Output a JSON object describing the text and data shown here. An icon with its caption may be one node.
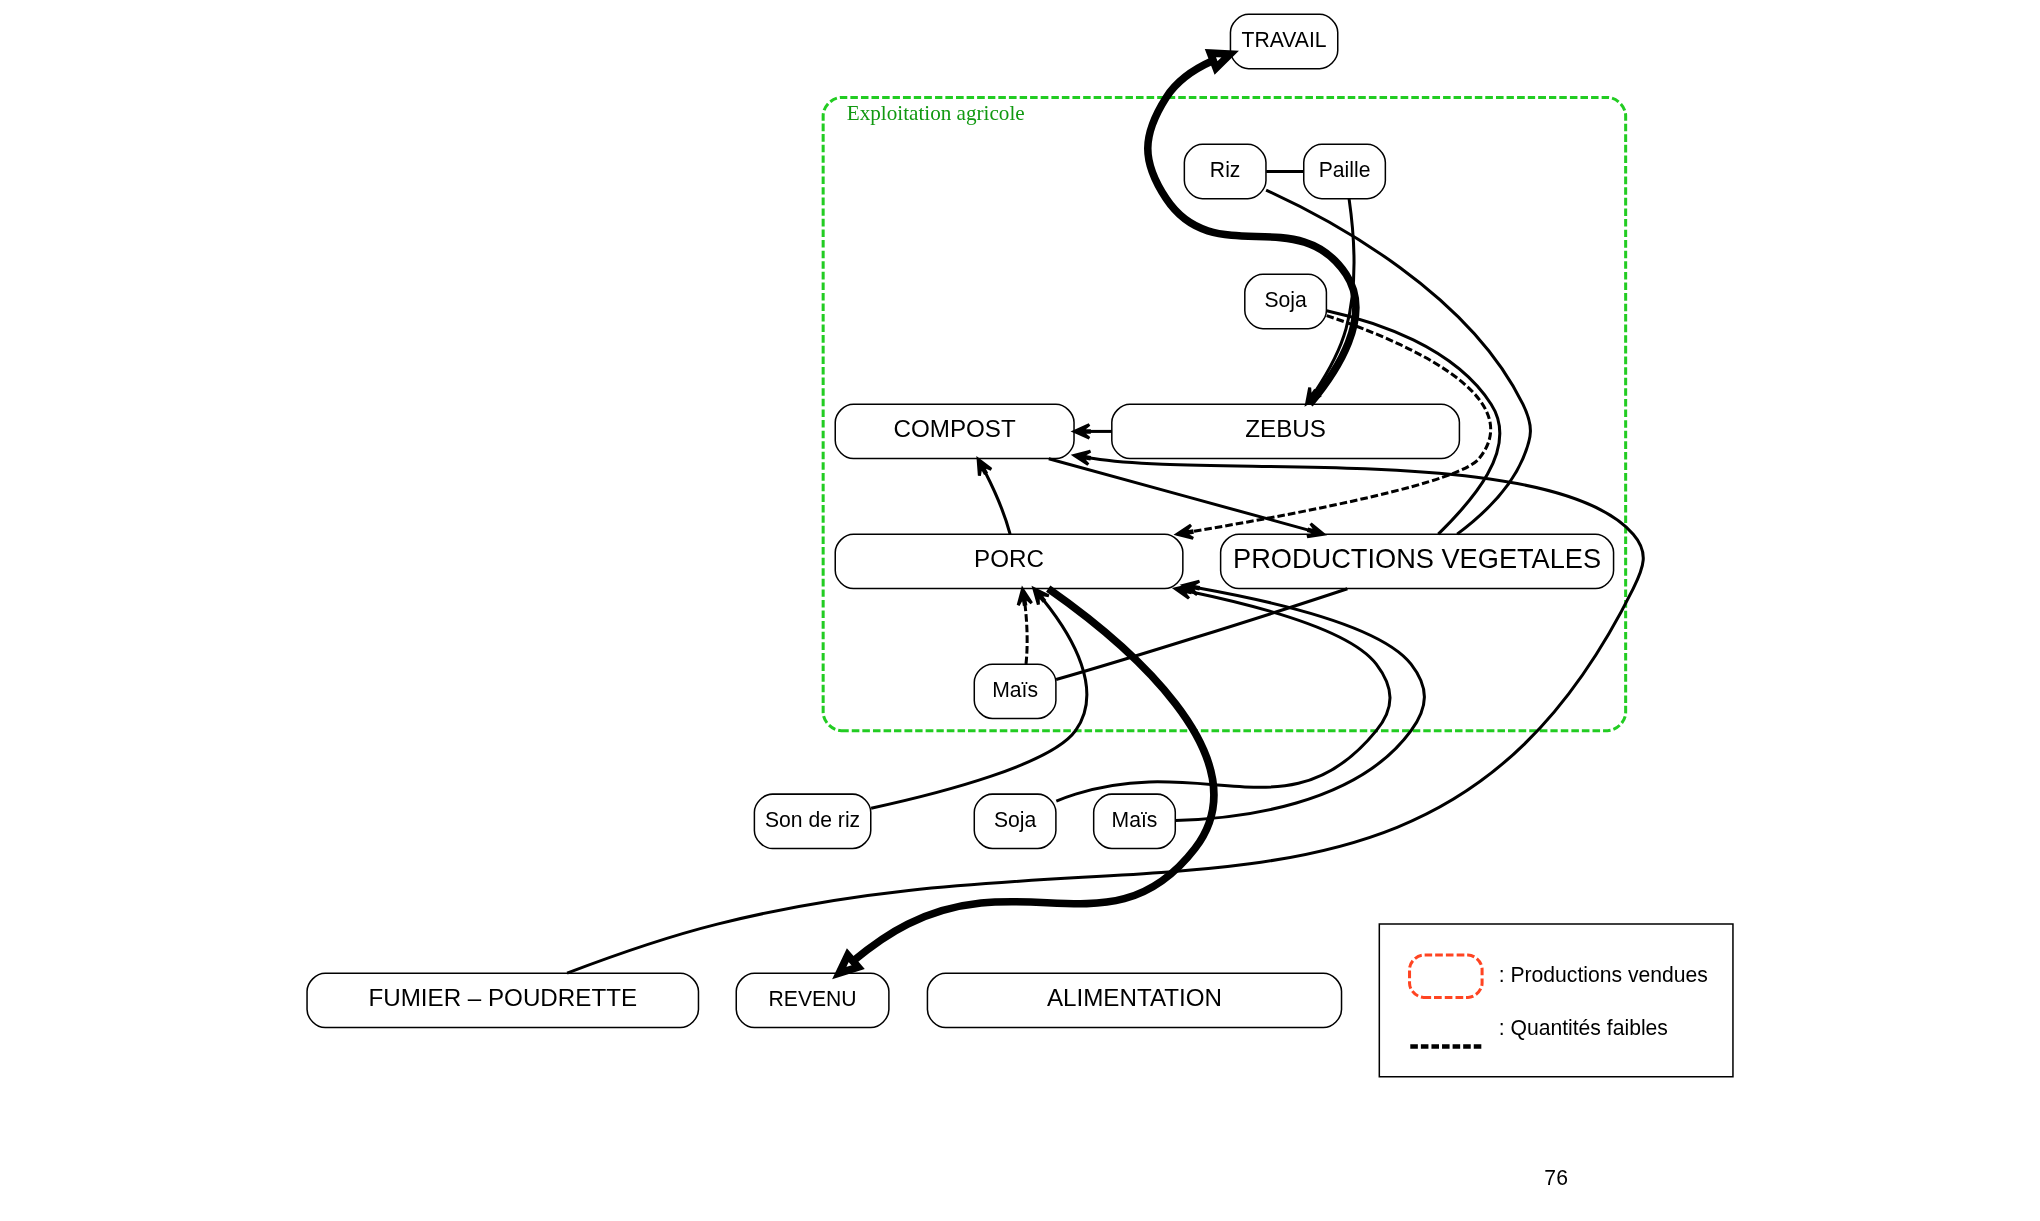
{
  "diagram": {
    "nodes": [
      {
        "text": [
          "Exploitation agricole"
        ]
      },
      {
        "text": [
          "TRAVAIL"
        ]
      },
      {
        "text": [
          "COMPOST"
        ],
        "in": 0
      },
      {
        "text": [
          "ZEBUS"
        ],
        "in": 0
      },
      {
        "text": [
          "PORC"
        ],
        "in": 0
      },
      {
        "text": [
          "Paille"
        ],
        "in": 0
      },
      {
        "text": [
          "Riz"
        ],
        "in": 0
      },
      {
        "text": [
          "Soja"
        ],
        "in": 0
      },
      {
        "text": [
          "PRODUCTIONS VEGETALES"
        ],
        "in": 0
      },
      {
        "text": [
          "Maïs"
        ],
        "in": 0
      },
      {
        "text": [
          "FUMIER – POUDRETTE"
        ]
      },
      {
        "text": [
          "REVENU"
        ]
      },
      {
        "text": [
          "Son de riz"
        ]
      },
      {
        "text": [
          "Soja"
        ]
      },
      {
        "text": [
          "Maïs"
        ]
      },
      {
        "text": [
          "ALIMENTATION"
        ]
      }
    ],
    "edges": [
      {
        "from": 3,
        "to": 1,
        "arrow": "to",
        "style": "thick"
      },
      {
        "from": 4,
        "to": 11,
        "arrow": "to",
        "style": "thick"
      },
      {
        "from": 2,
        "to": 8,
        "arrow": "to"
      },
      {
        "from": 3,
        "to": 2,
        "arrow": "to"
      },
      {
        "from": 4,
        "to": 2,
        "arrow": "to"
      },
      {
        "from": 5,
        "to": 3,
        "arrow": "to"
      },
      {
        "from": 5,
        "to": 6,
        "arrow": "none"
      },
      {
        "from": 6,
        "to": 8,
        "arrow": "none"
      },
      {
        "from": 7,
        "to": 8,
        "arrow": "none"
      },
      {
        "from": 9,
        "to": 8,
        "arrow": "none"
      },
      {
        "from": 7,
        "to": 4,
        "arrow": "to",
        "style": "dashed"
      },
      {
        "from": 9,
        "to": 4,
        "arrow": "to",
        "style": "dashed"
      },
      {
        "from": 12,
        "to": 4,
        "arrow": "to"
      },
      {
        "from": 13,
        "to": 4,
        "arrow": "to"
      },
      {
        "from": 14,
        "to": 4,
        "arrow": "to"
      },
      {
        "from": 10,
        "to": 2,
        "arrow": "to"
      }
    ],
    "labels": [
      "76"
    ],
    "legend": [
      {
        "text": ": Productions vendues"
      },
      {
        "text": ": Quantités faibles"
      }
    ]
  }
}
